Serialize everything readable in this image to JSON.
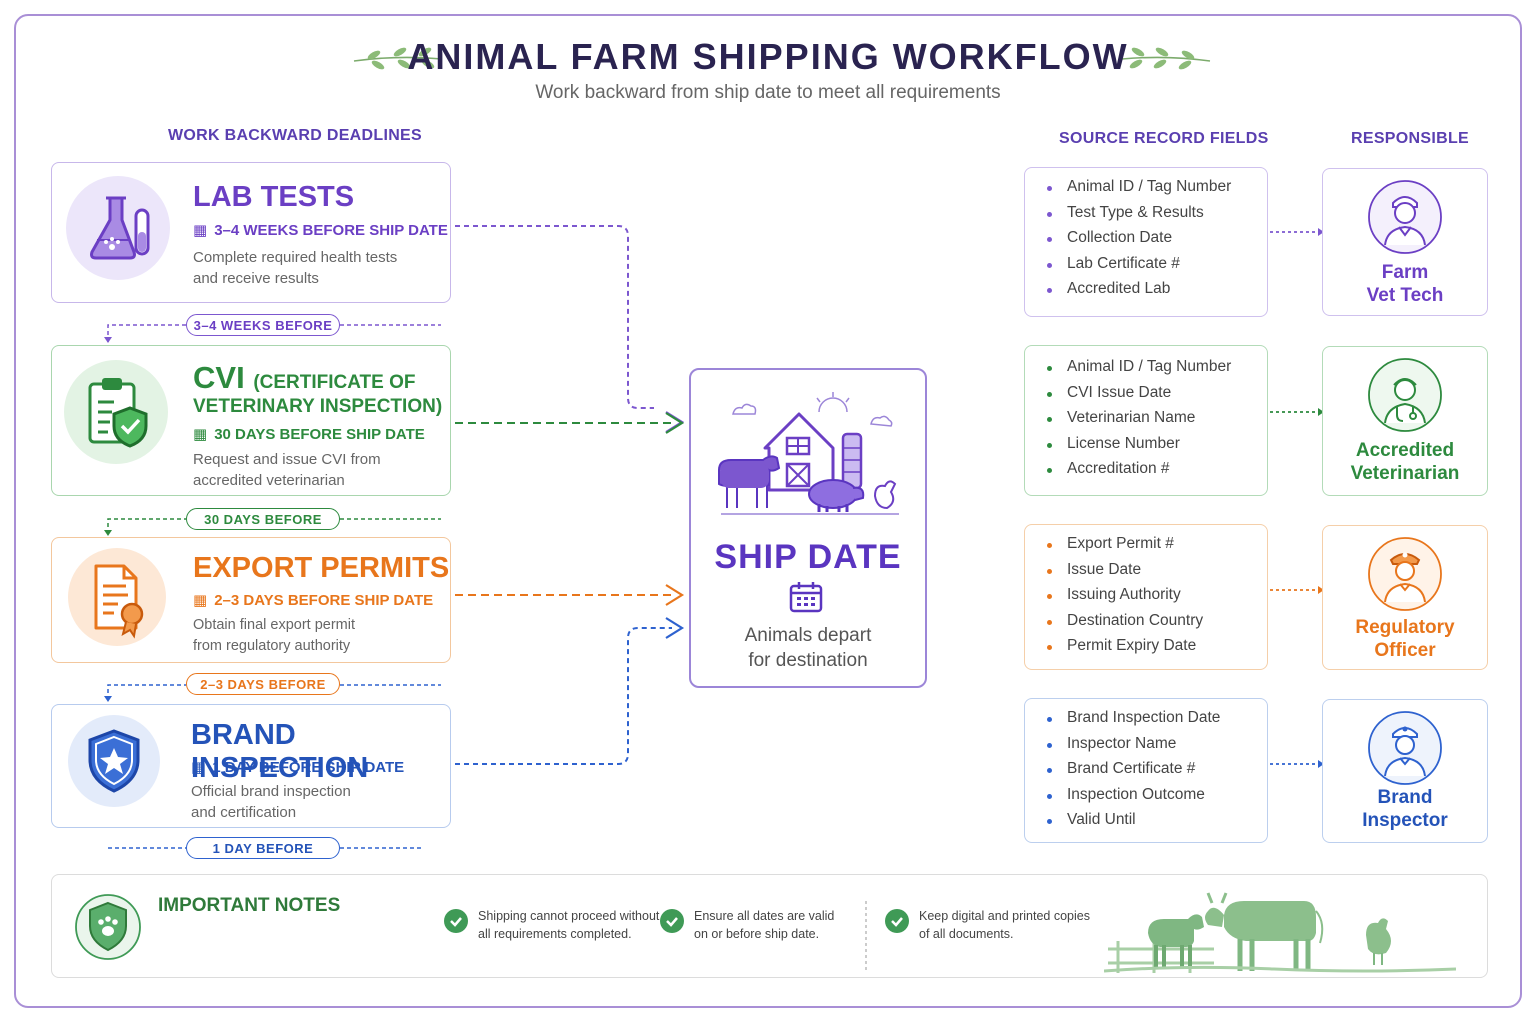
{
  "header": {
    "title": "ANIMAL FARM SHIPPING WORKFLOW",
    "subtitle": "Work backward from ship date to meet all requirements"
  },
  "columns": {
    "deadlines": "WORK BACKWARD DEADLINES",
    "fields": "SOURCE RECORD FIELDS",
    "responsible": "RESPONSIBLE"
  },
  "steps": [
    {
      "title": "LAB TESTS",
      "due": "3–4 WEEKS BEFORE SHIP DATE",
      "desc1": "Complete required health tests",
      "desc2": "and receive results",
      "pill": "3–4 WEEKS BEFORE",
      "color": "#6b3fc4",
      "fields": [
        "Animal ID / Tag Number",
        "Test Type & Results",
        "Collection Date",
        "Lab Certificate #",
        "Accredited Lab"
      ],
      "role1": "Farm",
      "role2": "Vet Tech",
      "icon": "lab-flask-icon"
    },
    {
      "title": "CVI",
      "title_suffix1": "(CERTIFICATE OF",
      "title_suffix2": "VETERINARY INSPECTION)",
      "due": "30 DAYS BEFORE SHIP DATE",
      "desc1": "Request and issue CVI from",
      "desc2": "accredited veterinarian",
      "pill": "30 DAYS BEFORE",
      "color": "#2d8a3e",
      "fields": [
        "Animal ID / Tag Number",
        "CVI Issue Date",
        "Veterinarian Name",
        "License Number",
        "Accreditation #"
      ],
      "role1": "Accredited",
      "role2": "Veterinarian",
      "icon": "clipboard-shield-icon"
    },
    {
      "title": "EXPORT PERMITS",
      "due": "2–3 DAYS BEFORE SHIP DATE",
      "desc1": "Obtain final export permit",
      "desc2": "from regulatory authority",
      "pill": "2–3 DAYS BEFORE",
      "color": "#e8761c",
      "fields": [
        "Export Permit #",
        "Issue Date",
        "Issuing Authority",
        "Destination Country",
        "Permit Expiry Date"
      ],
      "role1": "Regulatory",
      "role2": "Officer",
      "icon": "certificate-icon"
    },
    {
      "title": "BRAND INSPECTION",
      "due": "1 DAY BEFORE SHIP DATE",
      "desc1": "Official brand inspection",
      "desc2": "and certification",
      "pill": "1 DAY BEFORE",
      "color": "#2453b8",
      "fields": [
        "Brand Inspection Date",
        "Inspector Name",
        "Brand Certificate #",
        "Inspection Outcome",
        "Valid Until"
      ],
      "role1": "Brand",
      "role2": "Inspector",
      "icon": "star-shield-icon"
    }
  ],
  "ship": {
    "title": "SHIP DATE",
    "desc1": "Animals depart",
    "desc2": "for destination"
  },
  "notes": {
    "title": "IMPORTANT NOTES",
    "items": [
      {
        "line1": "Shipping cannot proceed without",
        "line2": "all requirements completed."
      },
      {
        "line1": "Ensure all dates are valid",
        "line2": "on or before ship date."
      },
      {
        "line1": "Keep digital and printed copies",
        "line2": "of all documents."
      }
    ]
  }
}
